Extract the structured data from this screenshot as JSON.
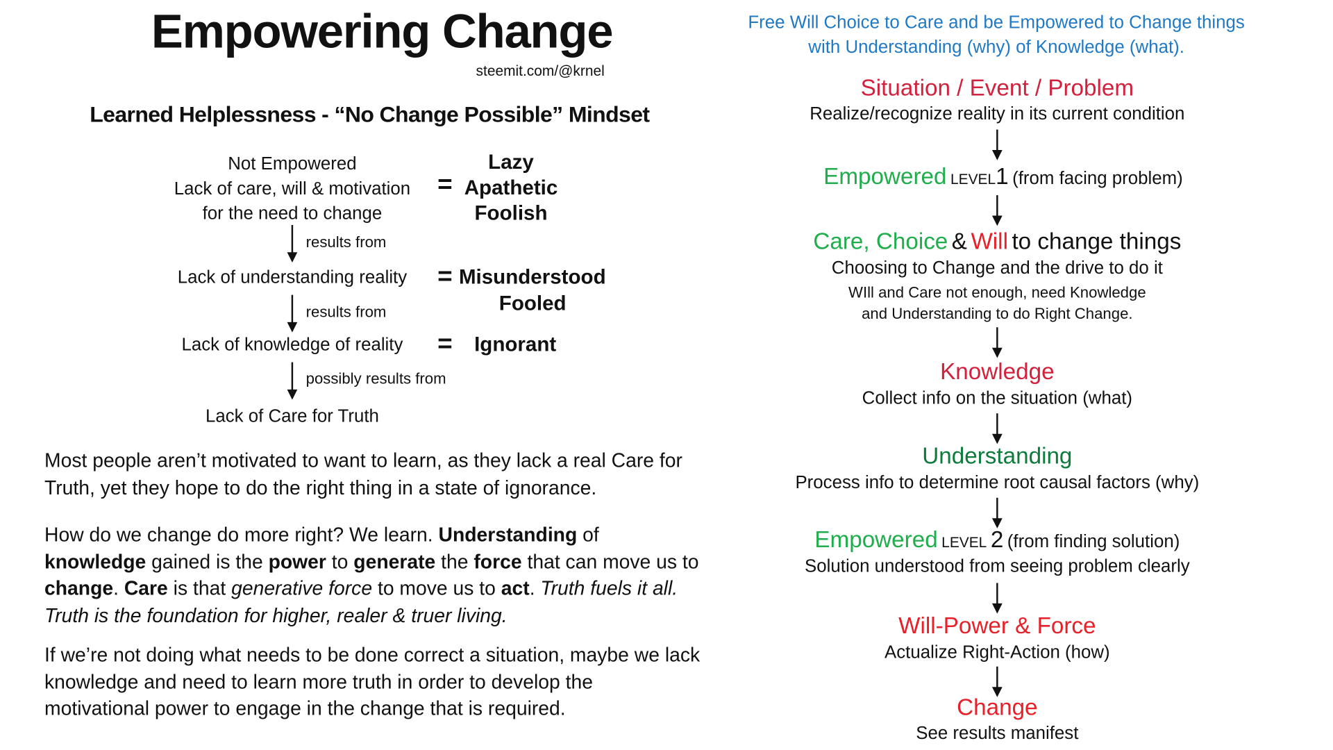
{
  "title": "Empowering Change",
  "source": "steemit.com/@krnel",
  "left": {
    "heading": "Learned Helplessness - “No Change Possible” Mindset",
    "rows": [
      {
        "lines": [
          "Not Empowered",
          "Lack of care, will & motivation",
          "for the need to change"
        ],
        "eq": "=",
        "result": [
          "Lazy",
          "Apathetic",
          "Foolish"
        ]
      },
      {
        "lines": [
          "Lack of understanding reality"
        ],
        "eq": "=",
        "result": [
          "Misunderstood",
          "Fooled"
        ]
      },
      {
        "lines": [
          "Lack of knowledge of reality"
        ],
        "eq": "=",
        "result": [
          "Ignorant"
        ]
      },
      {
        "lines": [
          "Lack of Care for Truth"
        ]
      }
    ],
    "arrows": [
      "results from",
      "results from",
      "possibly results from"
    ],
    "p1": "Most people aren’t motivated to want to learn, as they lack a real Care for Truth, yet they hope to do the right thing in a state of ignorance.",
    "p2": {
      "a": "How do we change do more right? We learn. ",
      "b": "Understanding",
      "c": " of ",
      "d": "knowledge",
      "e": " gained is the ",
      "f": "power",
      "g": " to ",
      "h": "generate",
      "i": " the ",
      "j": "force",
      "k": " that can move us to ",
      "l": "change",
      "m": ". ",
      "n": "Care",
      "o": " is that ",
      "p": "generative force",
      "q": " to move us to ",
      "r": "act",
      "s": ". ",
      "t": "Truth fuels it all. Truth is the foundation for higher, realer & truer living."
    },
    "p3": "If we’re not doing what needs to be done correct a situation, maybe we lack knowledge and need to learn more truth in order to develop the motivational power to engage in the change that is required."
  },
  "right": {
    "intro": [
      "Free Will Choice to Care and be Empowered to Change things",
      "with Understanding (why) of Knowledge (what)."
    ],
    "s1": {
      "h": "Situation / Event / Problem",
      "d": "Realize/recognize reality in its current condition"
    },
    "s2": {
      "h": "Empowered",
      "lvl": "LEVEL",
      "n": "1",
      "d": "(from facing problem)"
    },
    "s3": {
      "h1": "Care, Choice",
      "amp": "&",
      "h2": "Will",
      "h3": "to change things",
      "d": [
        "Choosing to Change and the drive to do it",
        "WIll and Care not enough, need Knowledge",
        "and Understanding to do Right Change."
      ]
    },
    "s4": {
      "h": "Knowledge",
      "d": "Collect info on the situation (what)"
    },
    "s5": {
      "h": "Understanding",
      "d": "Process info to determine root causal factors (why)"
    },
    "s6": {
      "h": "Empowered",
      "lvl": "LEVEL",
      "n": "2",
      "d": "(from finding solution)",
      "d2": "Solution understood from seeing problem clearly"
    },
    "s7": {
      "h": "Will-Power & Force",
      "d": "Actualize Right-Action (how)"
    },
    "s8": {
      "h": "Change",
      "d": "See results manifest"
    }
  }
}
